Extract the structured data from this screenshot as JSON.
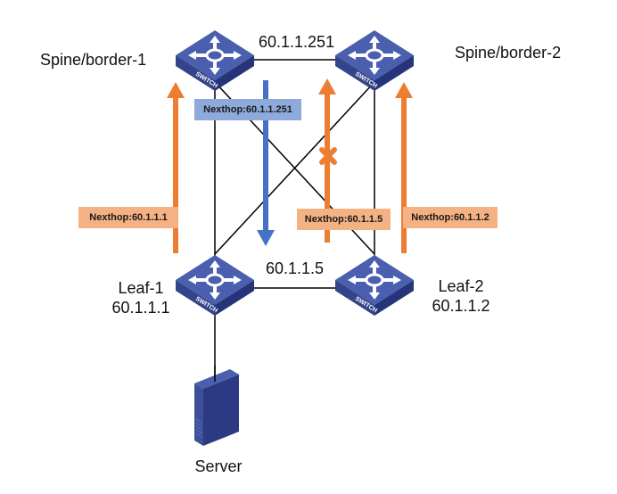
{
  "nodes": {
    "spine1": {
      "label": "Spine/border-1",
      "device": "switch",
      "icon_text": "SWITCH"
    },
    "spine2": {
      "label": "Spine/border-2",
      "device": "switch",
      "icon_text": "SWITCH"
    },
    "leaf1": {
      "label": "Leaf-1",
      "ip": "60.1.1.1",
      "device": "switch",
      "icon_text": "SWITCH"
    },
    "leaf2": {
      "label": "Leaf-2",
      "ip": "60.1.1.2",
      "device": "switch",
      "icon_text": "SWITCH"
    },
    "server": {
      "label": "Server",
      "device": "server"
    }
  },
  "link_labels": {
    "spine_link": "60.1.1.251",
    "leaf_link": "60.1.1.5"
  },
  "nexthops": {
    "spine1_down": "Nexthop:60.1.1.251",
    "leaf1_up": "Nexthop:60.1.1.1",
    "leaf_vip_up": "Nexthop:60.1.1.5",
    "leaf2_up": "Nexthop:60.1.1.2"
  },
  "markers": {
    "failed_path": "x-mark"
  },
  "colors": {
    "switch_blue": "#3d4f9a",
    "orange_arrow": "#ed7d31",
    "blue_arrow": "#4472c4",
    "orange_label": "#f4b183",
    "blue_label": "#8eaadb"
  }
}
